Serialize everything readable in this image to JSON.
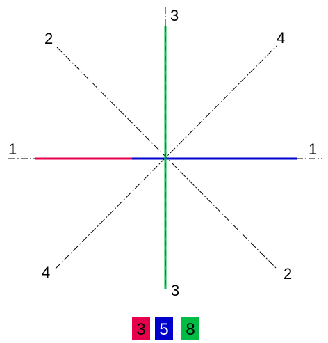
{
  "diagram": {
    "axes": [
      {
        "id": "1",
        "start_label": "1",
        "end_label": "1"
      },
      {
        "id": "2",
        "start_label": "2",
        "end_label": "2"
      },
      {
        "id": "3",
        "start_label": "3",
        "end_label": "3"
      },
      {
        "id": "4",
        "start_label": "4",
        "end_label": "4"
      }
    ],
    "segments": [
      {
        "label": "3",
        "color": "#e6004c",
        "axis": "1",
        "side": "start"
      },
      {
        "label": "5",
        "color": "#0000cc",
        "axis": "1",
        "side": "end"
      },
      {
        "label": "8",
        "color": "#00bb44",
        "axis": "3",
        "side": "both"
      }
    ],
    "legend": [
      {
        "label": "3",
        "color": "#e6004c",
        "text_color": "dark"
      },
      {
        "label": "5",
        "color": "#0000cc",
        "text_color": "light"
      },
      {
        "label": "8",
        "color": "#00bb44",
        "text_color": "dark"
      }
    ]
  }
}
